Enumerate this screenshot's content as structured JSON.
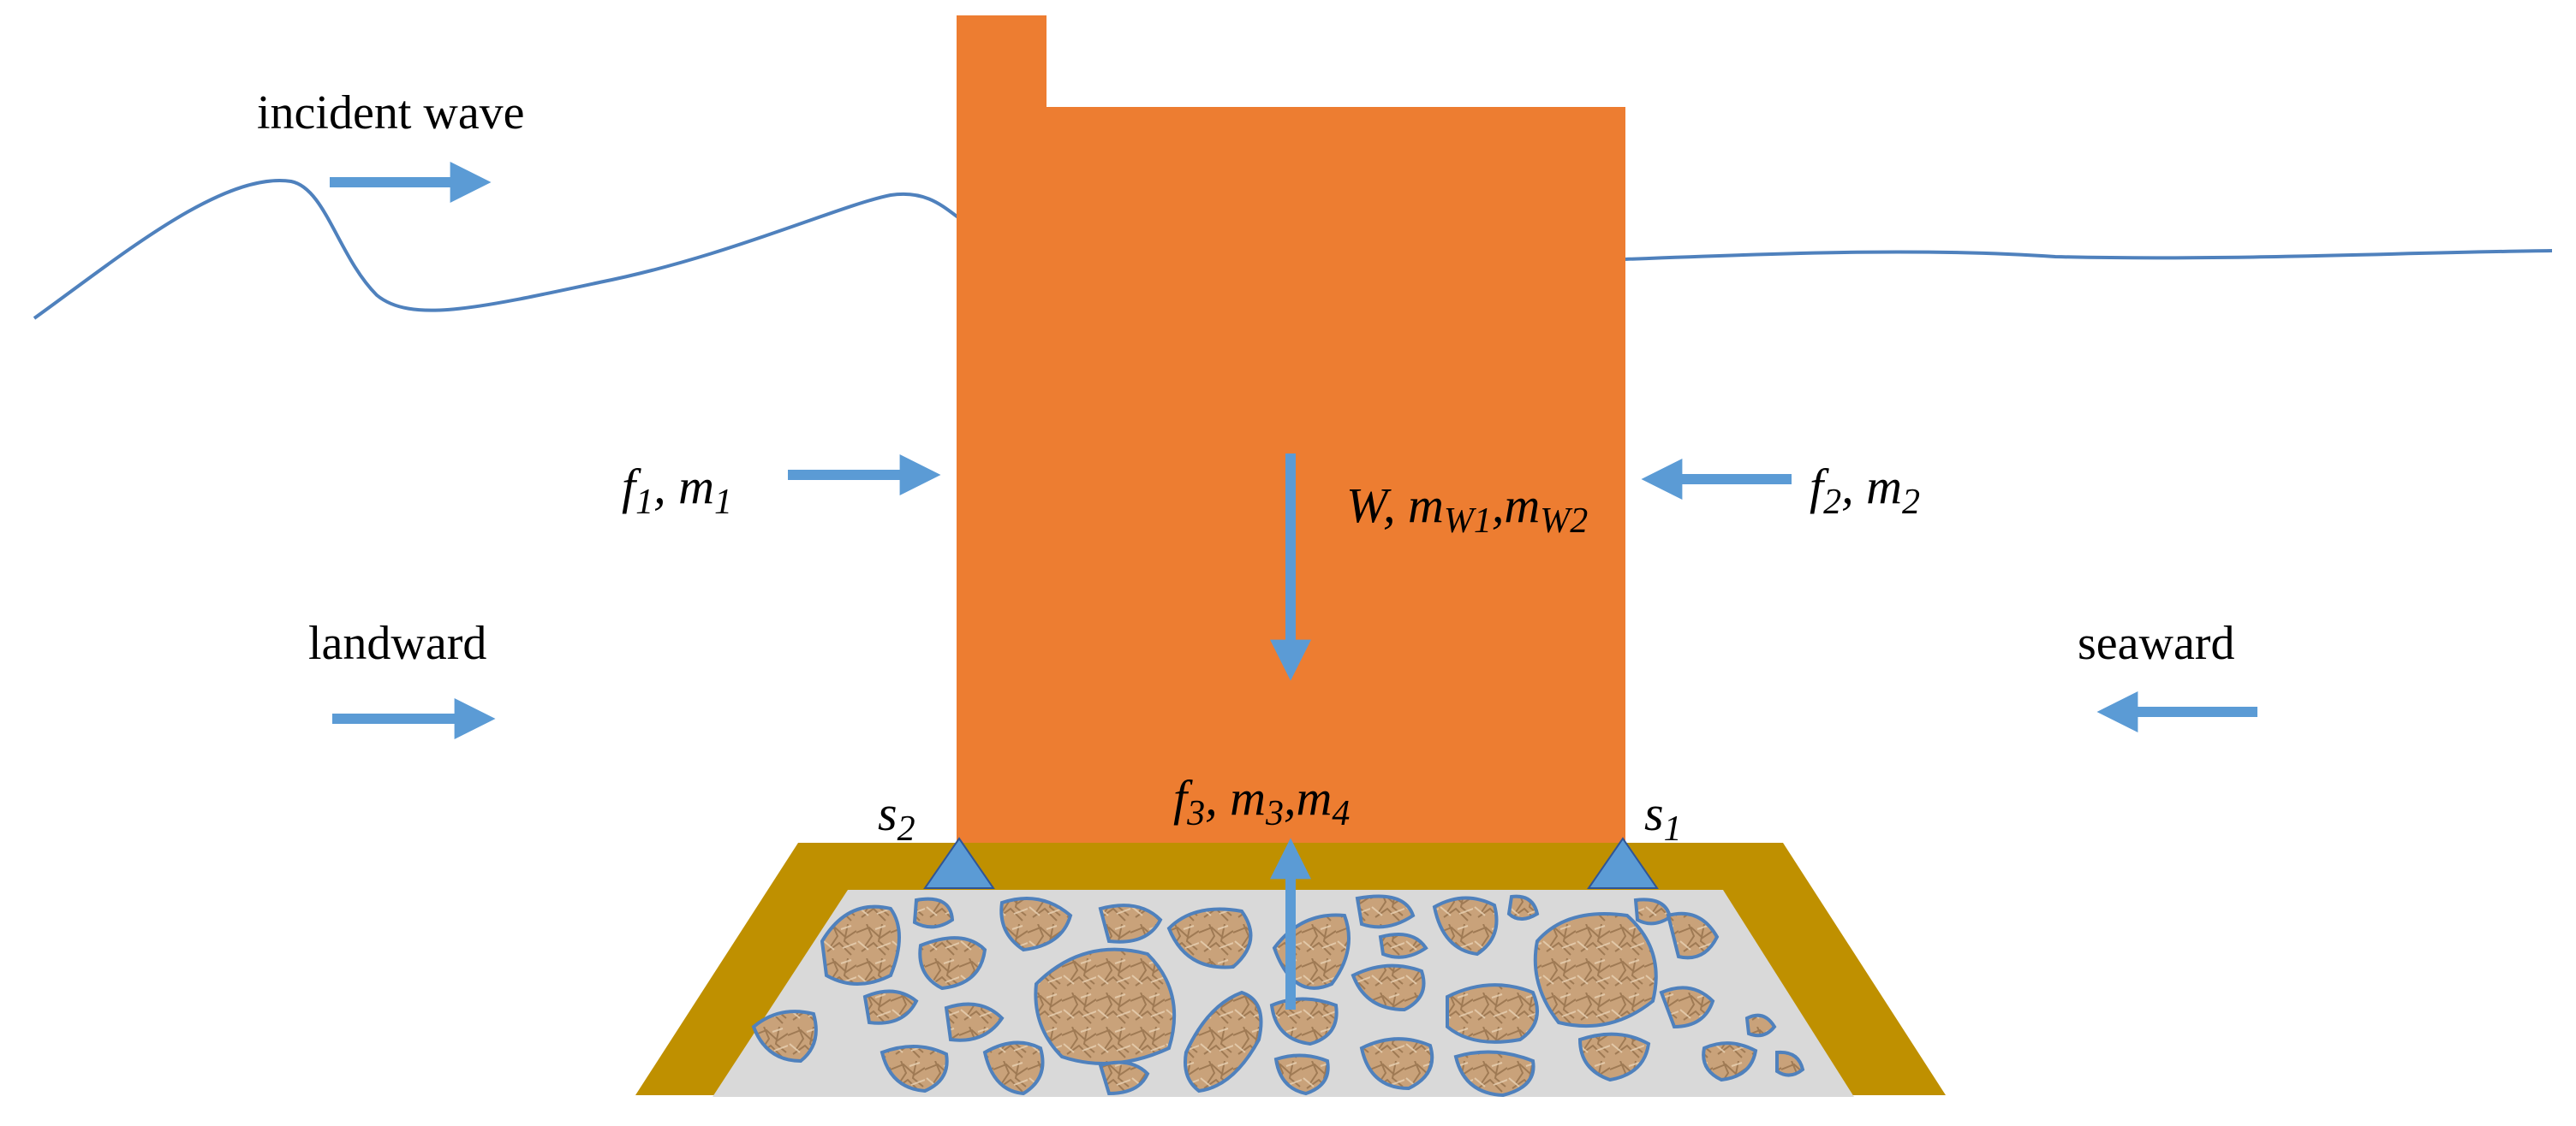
{
  "labels": {
    "incident_wave": "incident wave",
    "landward": "landward",
    "seaward": "seaward"
  },
  "forces": {
    "f1": {
      "a": "f",
      "a_sub": "1",
      "sep": ", ",
      "b": "m",
      "b_sub": "1"
    },
    "f2": {
      "a": "f",
      "a_sub": "2",
      "sep": ", ",
      "b": "m",
      "b_sub": "2"
    },
    "weight": {
      "a": "W",
      "sep1": ", ",
      "b": "m",
      "b_sub": "W1",
      "sep2": ",",
      "c": "m",
      "c_sub": "W2"
    },
    "f3": {
      "a": "f",
      "a_sub": "3",
      "sep1": ", ",
      "b": "m",
      "b_sub": "3",
      "sep2": ",",
      "c": "m",
      "c_sub": "4"
    },
    "s1": {
      "a": "s",
      "a_sub": "1"
    },
    "s2": {
      "a": "s",
      "a_sub": "2"
    }
  },
  "colors": {
    "caisson": "#ED7D31",
    "arrow": "#5B9BD5",
    "water": "#4F81BD",
    "mound_frame": "#BF9000",
    "mound_fill": "#D9D9D9",
    "stone": "#C9A27A",
    "stone_outline": "#4F81BD"
  }
}
